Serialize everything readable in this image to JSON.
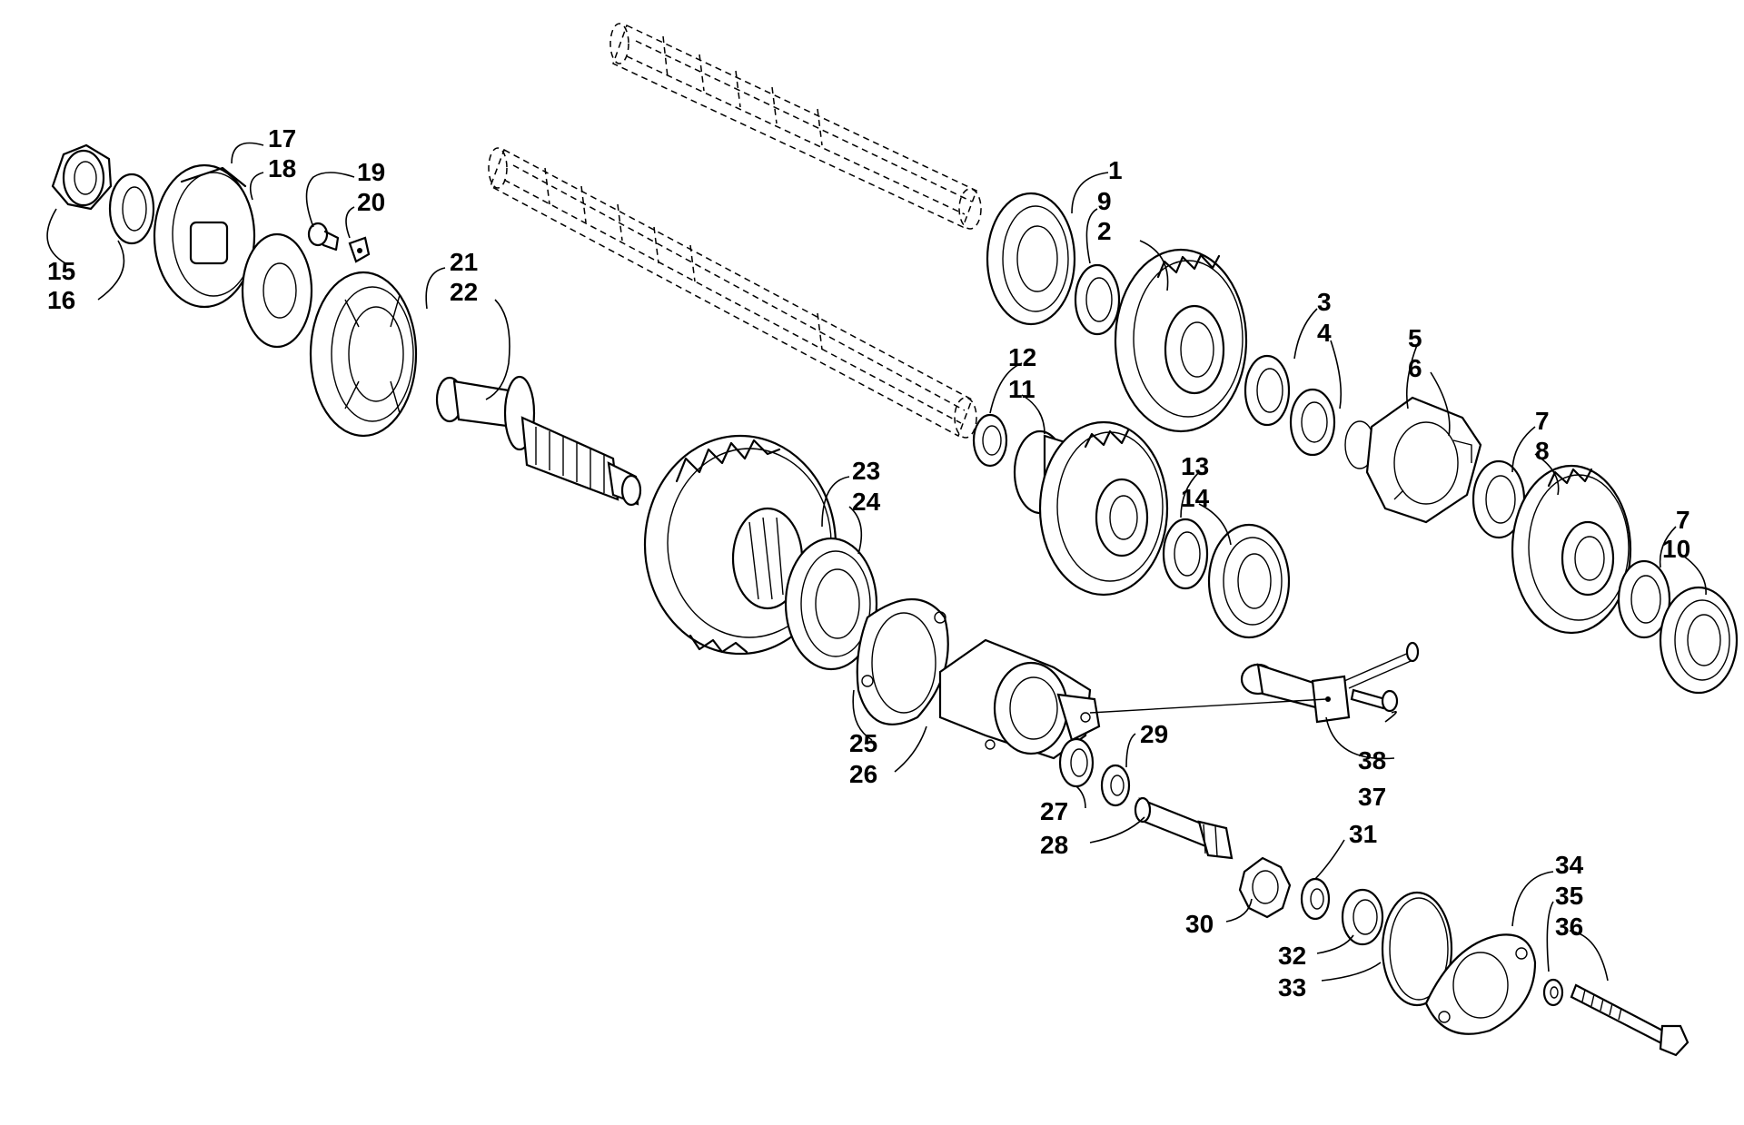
{
  "diagram": {
    "labels": {
      "n1": "1",
      "n2": "2",
      "n3": "3",
      "n4": "4",
      "n5": "5",
      "n6": "6",
      "n7a": "7",
      "n7b": "7",
      "n8": "8",
      "n9": "9",
      "n10": "10",
      "n11": "11",
      "n12": "12",
      "n13": "13",
      "n14": "14",
      "n15": "15",
      "n16": "16",
      "n17": "17",
      "n18": "18",
      "n19": "19",
      "n20": "20",
      "n21": "21",
      "n22": "22",
      "n23": "23",
      "n24": "24",
      "n25": "25",
      "n26": "26",
      "n27": "27",
      "n28": "28",
      "n29": "29",
      "n30": "30",
      "n31": "31",
      "n32": "32",
      "n33": "33",
      "n34": "34",
      "n35": "35",
      "n36": "36",
      "n37": "37",
      "n38": "38"
    }
  }
}
